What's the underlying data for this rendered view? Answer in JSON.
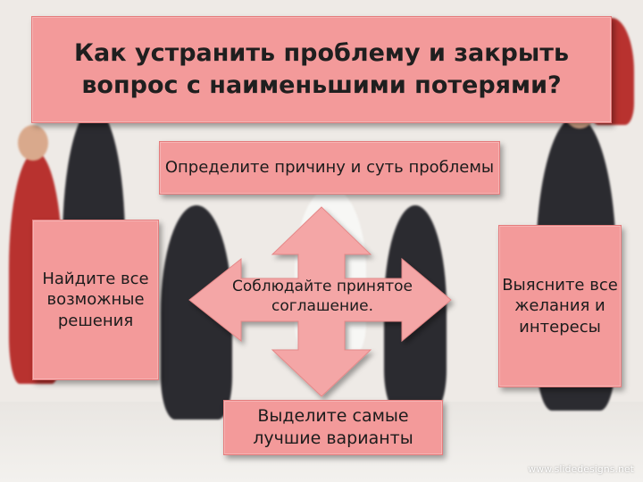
{
  "title": "Как устранить проблему и закрыть вопрос с наименьшими потерями?",
  "diagram": {
    "top": "Определите причину и суть проблемы",
    "left": "Найдите все возможные решения",
    "right": "Выясните все желания и интересы",
    "bottom": "Выделите самые лучшие варианты",
    "center": "Соблюдайте принятое соглашение."
  },
  "watermark": "www.slidedesigns.net",
  "colors": {
    "box_fill": "#f39a9a",
    "arrow_fill": "#f4a6a6"
  }
}
